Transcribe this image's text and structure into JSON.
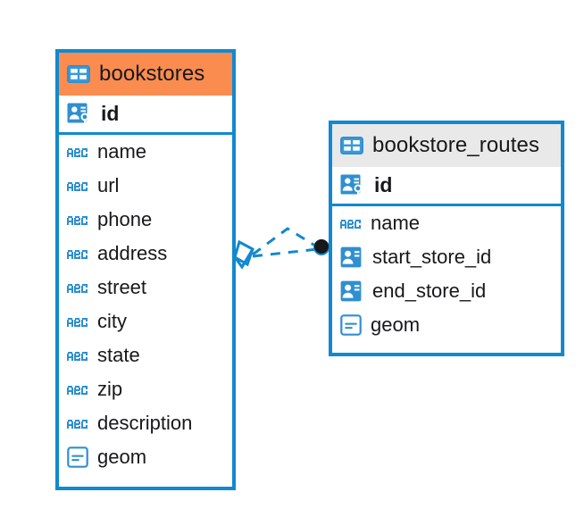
{
  "diagram": {
    "kind": "entity-relationship-diagram",
    "background_color": "#ffffff",
    "accent_blue": "#1189ce",
    "accent_orange": "#fa8c50",
    "header_gray": "#e9e9e9",
    "text_color": "#17181a"
  },
  "tables": [
    {
      "name": "bookstores",
      "title": "bookstores",
      "header_icon": "table-icon",
      "header_color": "#fa8c50",
      "columns": [
        {
          "label": "id",
          "icon": "primary-key-icon",
          "type": "pk"
        },
        {
          "label": "name",
          "icon": "abc-text-icon",
          "type": "text"
        },
        {
          "label": "url",
          "icon": "abc-text-icon",
          "type": "text"
        },
        {
          "label": "phone",
          "icon": "abc-text-icon",
          "type": "text"
        },
        {
          "label": "address",
          "icon": "abc-text-icon",
          "type": "text"
        },
        {
          "label": "street",
          "icon": "abc-text-icon",
          "type": "text"
        },
        {
          "label": "city",
          "icon": "abc-text-icon",
          "type": "text"
        },
        {
          "label": "state",
          "icon": "abc-text-icon",
          "type": "text"
        },
        {
          "label": "zip",
          "icon": "abc-text-icon",
          "type": "text"
        },
        {
          "label": "description",
          "icon": "abc-text-icon",
          "type": "text"
        },
        {
          "label": "geom",
          "icon": "geometry-icon",
          "type": "geom"
        }
      ]
    },
    {
      "name": "bookstore_routes",
      "title": "bookstore_routes",
      "header_icon": "table-icon",
      "header_color": "#e9e9e9",
      "columns": [
        {
          "label": "id",
          "icon": "primary-key-icon",
          "type": "pk"
        },
        {
          "label": "name",
          "icon": "abc-text-icon",
          "type": "text"
        },
        {
          "label": "start_store_id",
          "icon": "foreign-key-icon",
          "type": "fk"
        },
        {
          "label": "end_store_id",
          "icon": "foreign-key-icon",
          "type": "fk"
        },
        {
          "label": "geom",
          "icon": "geometry-icon",
          "type": "geom"
        }
      ]
    }
  ],
  "relationship": {
    "source_table": "bookstores",
    "target_table": "bookstore_routes",
    "line_style": "dashed",
    "line_color": "#1189ce",
    "source_marker": "diamond-marker",
    "target_marker": "filled-circle-marker",
    "branch_count": 2
  }
}
